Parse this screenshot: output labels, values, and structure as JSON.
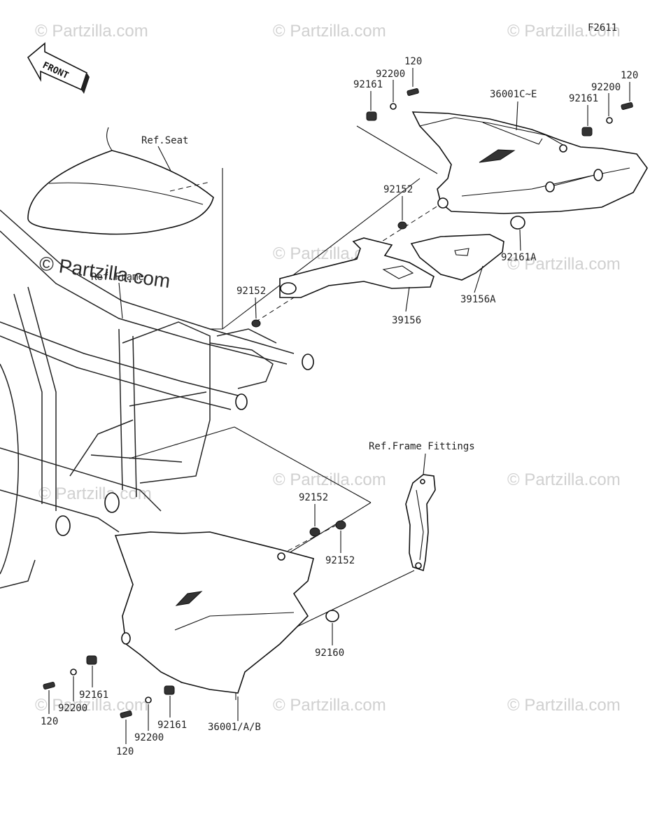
{
  "figure_code": "F2611",
  "front_label": "FRONT",
  "watermark": "© Partzilla.com",
  "watermark_large": "© Partzilla.com",
  "refs": {
    "seat": "Ref.Seat",
    "frame": "Ref.Frame",
    "frame_fittings": "Ref.Frame Fittings"
  },
  "parts": {
    "p120_top_left": "120",
    "p92200_top_left": "92200",
    "p92161_top_left": "92161",
    "p36001c": "36001C~E",
    "p120_top_right": "120",
    "p92200_top_right": "92200",
    "p92161_top_right": "92161",
    "p92152_mid": "92152",
    "p92161a": "92161A",
    "p39156a": "39156A",
    "p39156": "39156",
    "p92152_left": "92152",
    "p92152_low_a": "92152",
    "p92152_low_b": "92152",
    "p92160": "92160",
    "p36001": "36001/A/B",
    "p92161_bl_1": "92161",
    "p92200_bl_1": "92200",
    "p120_bl_1": "120",
    "p92161_bl_2": "92161",
    "p92200_bl_2": "92200",
    "p120_bl_2": "120"
  }
}
